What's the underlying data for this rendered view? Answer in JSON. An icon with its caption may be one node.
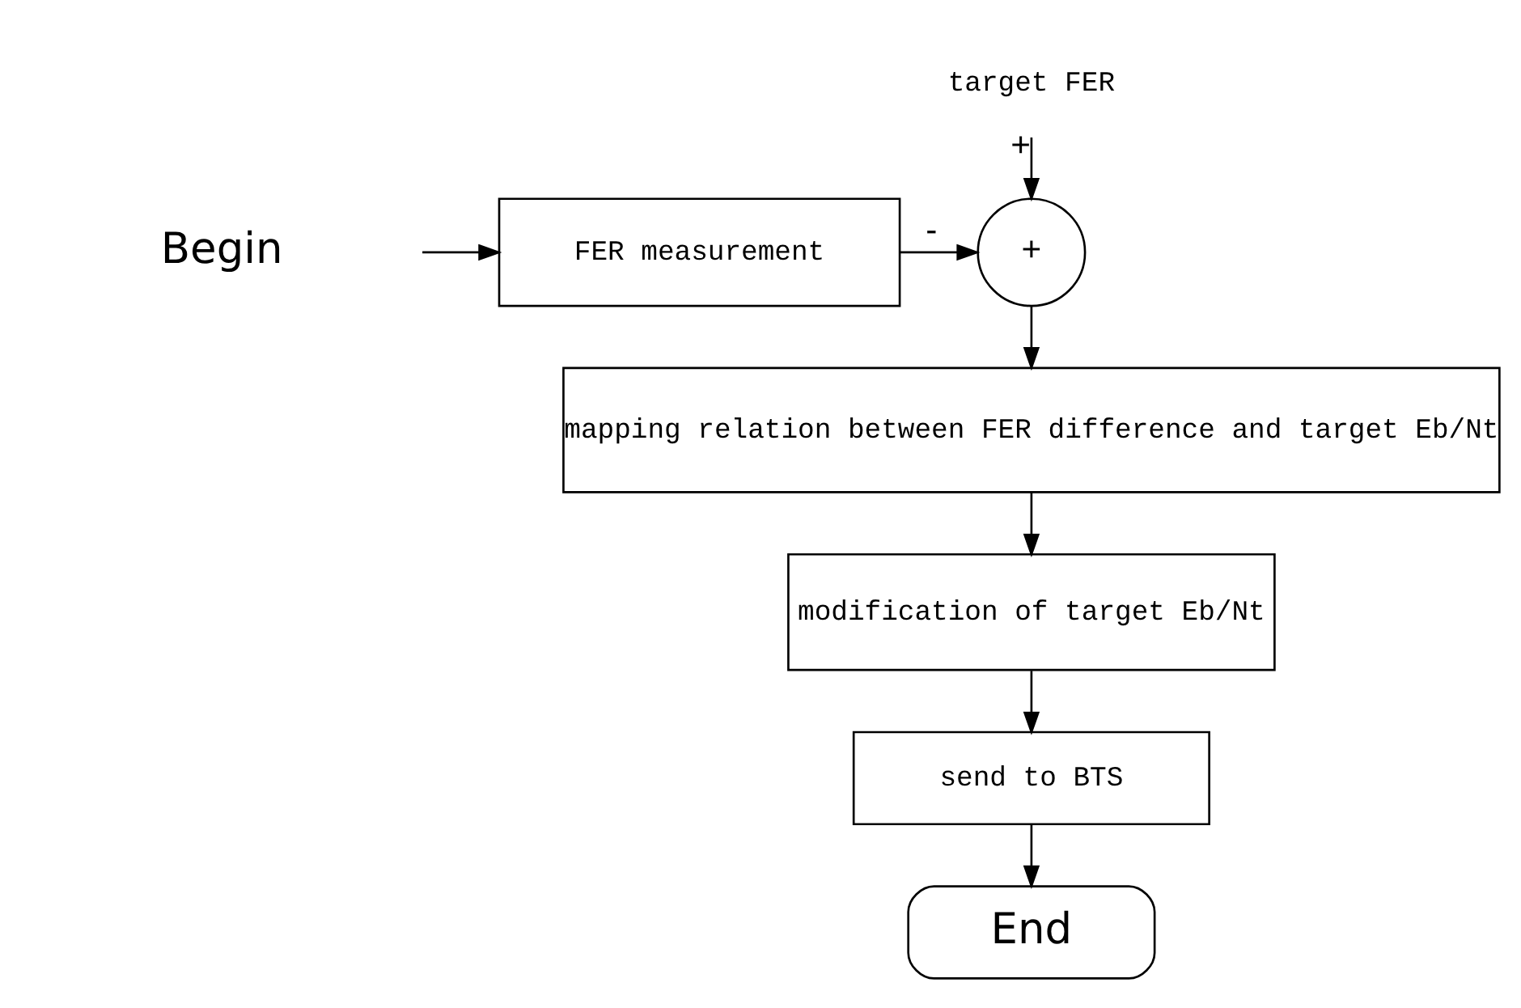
{
  "diagram": {
    "nodes": [
      {
        "text": [
          "Begin"
        ]
      },
      {
        "text": [
          "FER measurement"
        ]
      },
      {
        "text": [
          "target FER"
        ]
      },
      {
        "text": [
          "+"
        ]
      },
      {
        "text": [
          "mapping relation between FER difference and target Eb/Nt"
        ]
      },
      {
        "text": [
          "modification of target Eb/Nt"
        ]
      },
      {
        "text": [
          "send to BTS"
        ]
      },
      {
        "text": [
          "End"
        ]
      }
    ],
    "edges": [
      {
        "from": 0,
        "to": 1,
        "arrow": "to"
      },
      {
        "from": 1,
        "to": 3,
        "arrow": "to",
        "label": "-"
      },
      {
        "from": 2,
        "to": 3,
        "arrow": "to",
        "label": "+"
      },
      {
        "from": 3,
        "to": 4,
        "arrow": "to"
      },
      {
        "from": 4,
        "to": 5,
        "arrow": "to"
      },
      {
        "from": 5,
        "to": 6,
        "arrow": "to"
      },
      {
        "from": 6,
        "to": 7,
        "arrow": "to"
      }
    ]
  }
}
